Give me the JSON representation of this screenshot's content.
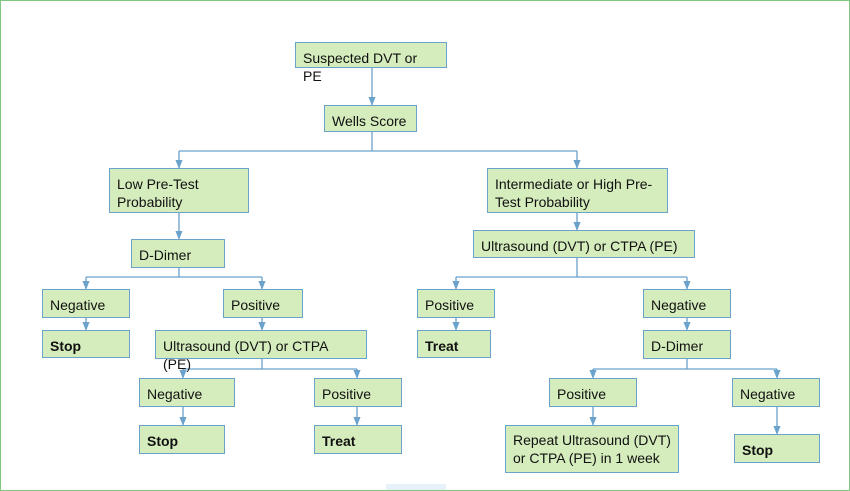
{
  "nodes": {
    "suspected": "Suspected DVT or PE",
    "wells": "Wells Score",
    "low": "Low Pre-Test\nProbability",
    "high": "Intermediate or High Pre-\nTest Probability",
    "ddimer_left": "D-Dimer",
    "us_right": "Ultrasound (DVT) or CTPA (PE)",
    "neg_left": "Negative",
    "pos_left": "Positive",
    "pos_right": "Positive",
    "neg_right": "Negative",
    "stop_left": "Stop",
    "us_left": "Ultrasound (DVT) or CTPA (PE)",
    "treat_right": "Treat",
    "ddimer_right": "D-Dimer",
    "neg_left2": "Negative",
    "pos_left2": "Positive",
    "pos_right2": "Positive",
    "neg_right2": "Negative",
    "stop_left2": "Stop",
    "treat_left2": "Treat",
    "repeat": "Repeat Ultrasound (DVT)\nor CTPA (PE) in 1 week",
    "stop_right2": "Stop"
  },
  "colors": {
    "node_fill": "#d5ecbd",
    "node_border": "#6aa2cc",
    "edge": "#6aa2cc",
    "frame": "#7fc97f"
  }
}
